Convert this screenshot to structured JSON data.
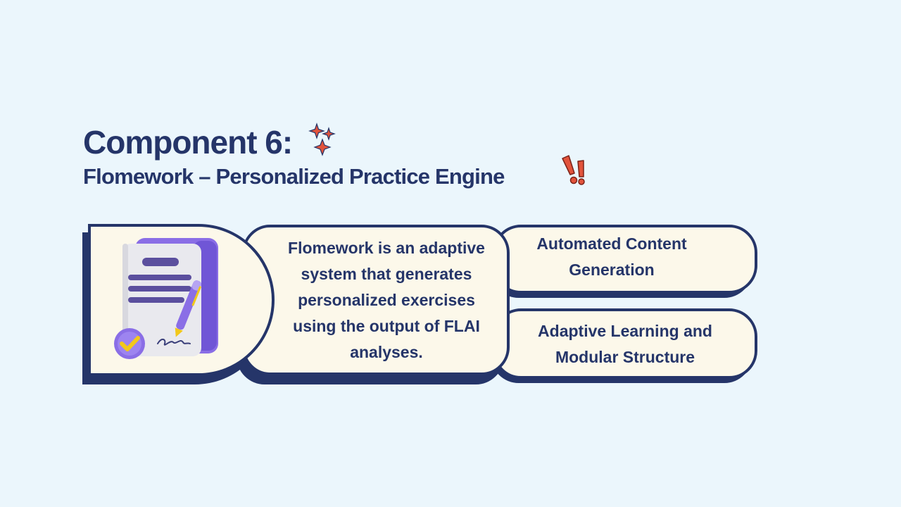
{
  "heading": {
    "title": "Component 6:",
    "subtitle": "Flomework – Personalized Practice Engine"
  },
  "description": {
    "text": "Flomework is an adaptive system that generates personalized exercises using the output of FLAI analyses."
  },
  "features": [
    {
      "label": "Automated Content Generation"
    },
    {
      "label": "Adaptive Learning and Modular Structure"
    }
  ],
  "icons": {
    "title_decoration": "sparkles-icon",
    "subtitle_decoration": "double-exclamation-icon",
    "illustration": "signed-document-icon",
    "badge": "checkmark-badge-icon"
  },
  "colors": {
    "background": "#ebf6fc",
    "navy": "#253569",
    "card": "#fcf8ea",
    "purple": "#8a6ee6",
    "accent_red": "#e2533b",
    "check_yellow": "#f2c81a"
  }
}
